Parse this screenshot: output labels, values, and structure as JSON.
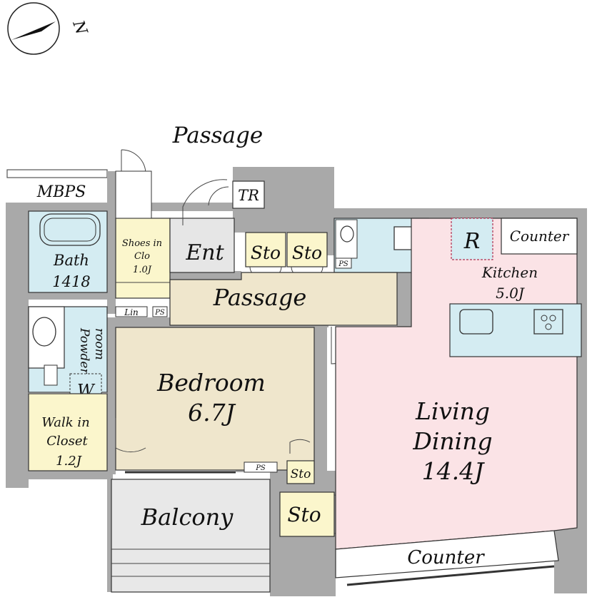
{
  "compass": {
    "north_label": "N"
  },
  "outside": {
    "passage_label": "Passage"
  },
  "rooms": {
    "mbps": "MBPS",
    "tr": "TR",
    "bath": {
      "name": "Bath",
      "size": "1418"
    },
    "shoes": {
      "name": "Shoes in",
      "name2": "Clo",
      "size": "1.0J"
    },
    "entrance": "Ent",
    "sto_a": "Sto",
    "sto_b": "Sto",
    "ps_toilet": "PS",
    "passage": "Passage",
    "lin": "Lin",
    "ps_lin": "PS",
    "powder": "Powder",
    "powder2": "room",
    "washer": "W",
    "bedroom": {
      "name": "Bedroom",
      "size": "6.7J"
    },
    "walkin": {
      "name": "Walk in",
      "name2": "Closet",
      "size": "1.2J"
    },
    "ps_bed": "PS",
    "sto_small": "Sto",
    "sto_balcony": "Sto",
    "balcony": "Balcony",
    "refrigerator": "R",
    "counter_top": "Counter",
    "kitchen": {
      "name": "Kitchen",
      "size": "5.0J"
    },
    "living": {
      "name": "Living",
      "name2": "Dining",
      "size": "14.4J"
    },
    "counter_bottom": "Counter"
  },
  "colors": {
    "wall": "#a9a9a9",
    "wet_area": "#d4ecf2",
    "closet": "#fbf6cc",
    "bedroom": "#efe6cc",
    "passage": "#efe6cc",
    "living": "#fbe3e6",
    "entrance": "#e6e6e6",
    "balcony": "#e8e8e8"
  }
}
